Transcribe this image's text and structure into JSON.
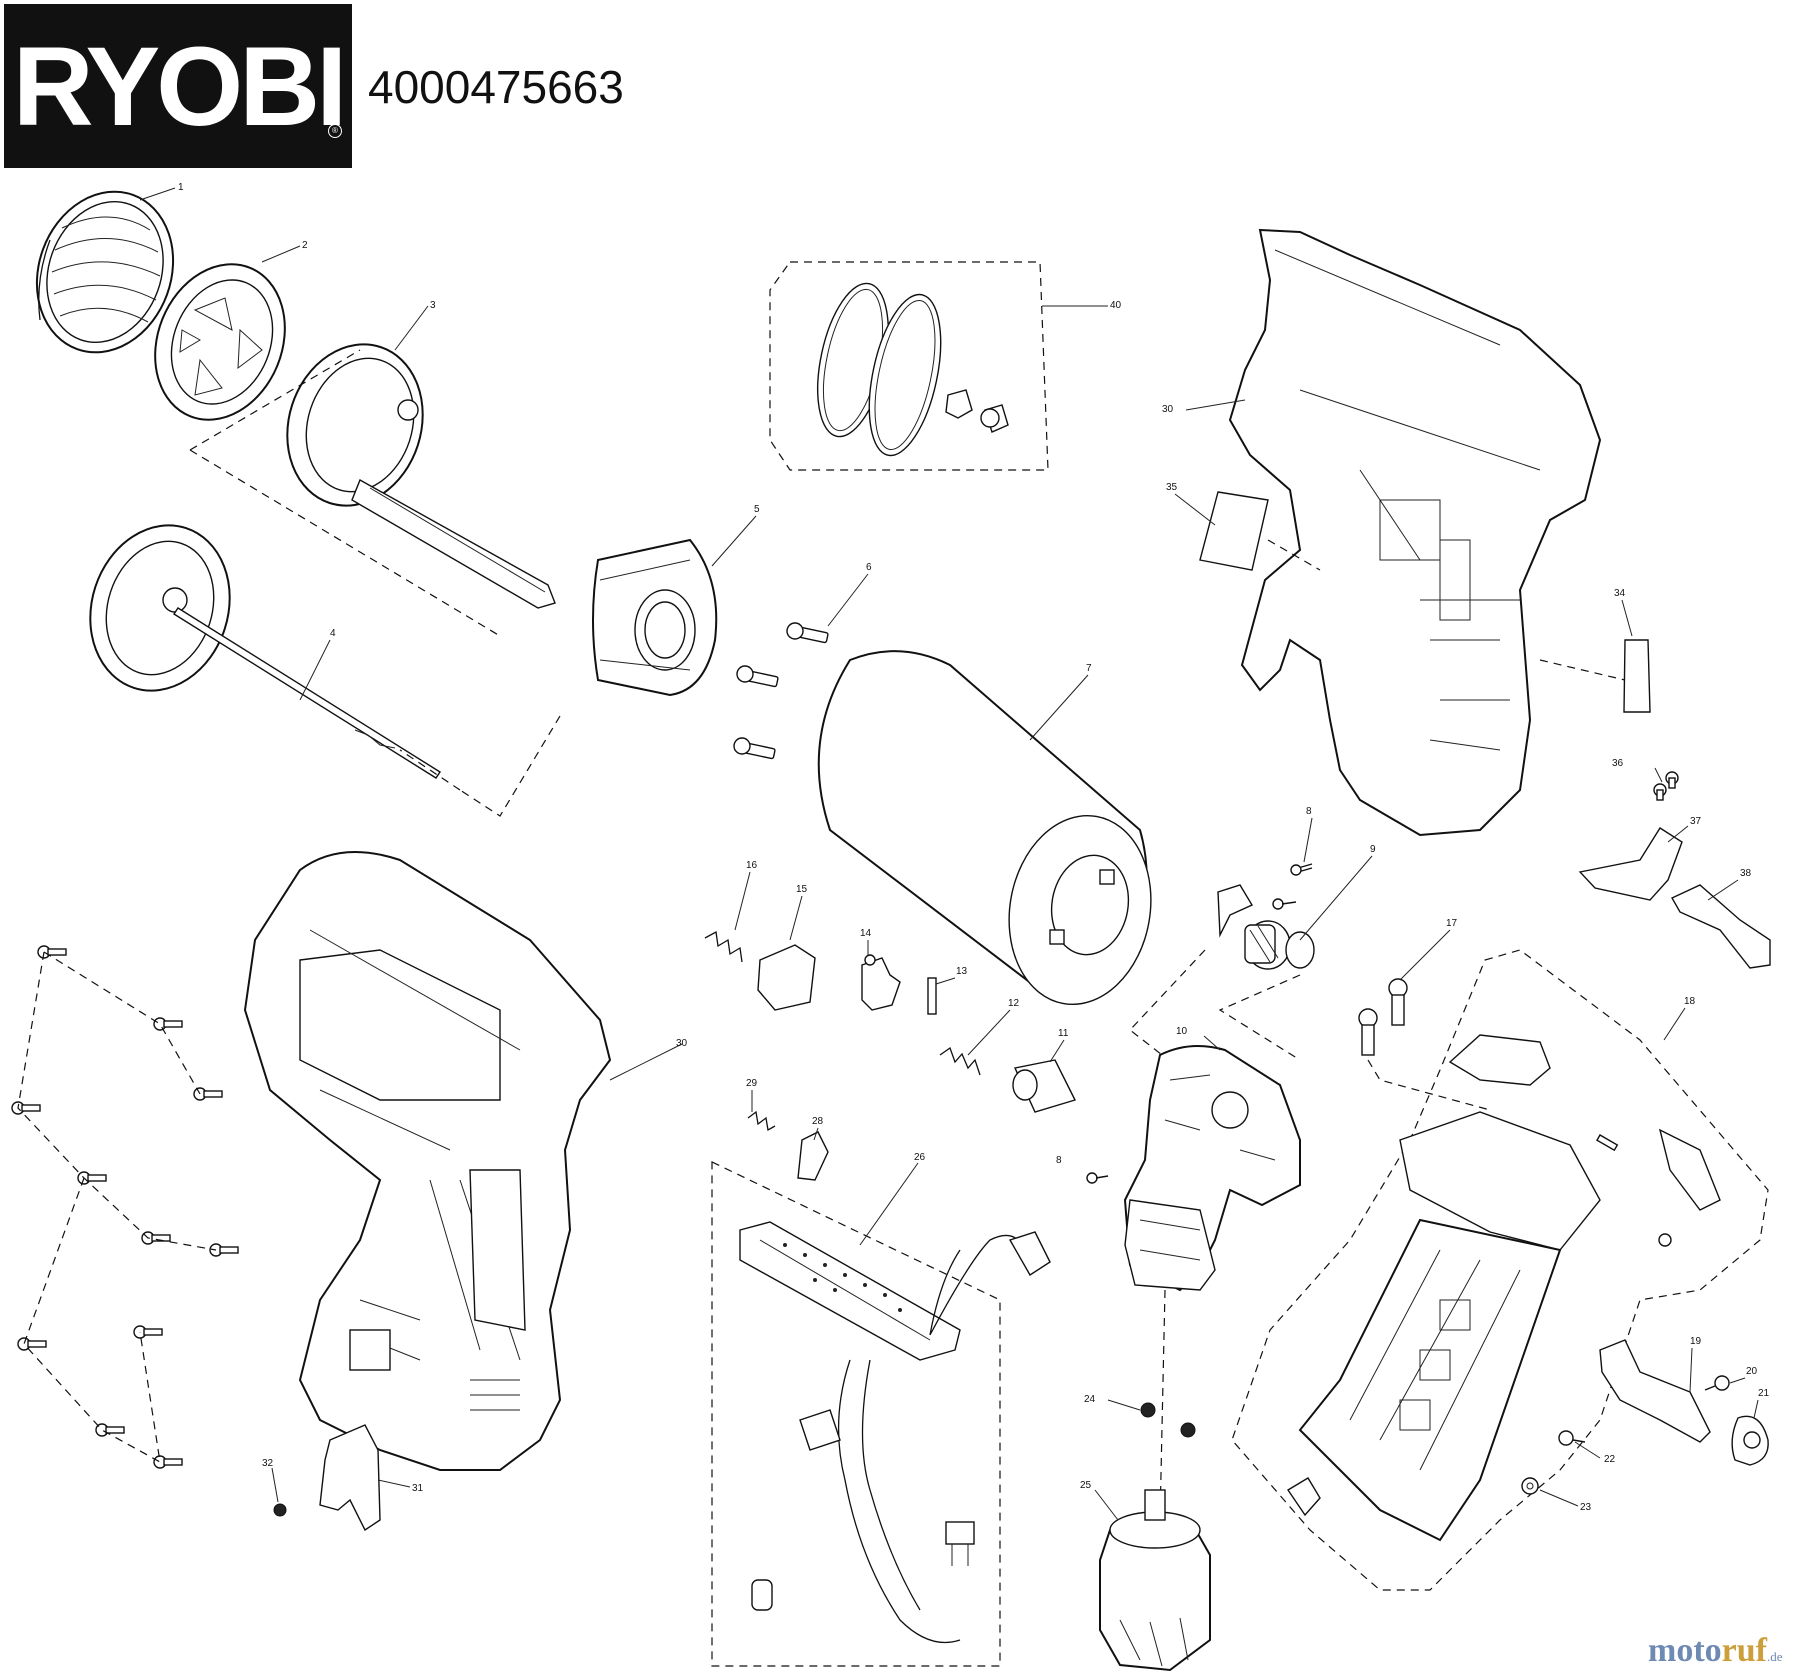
{
  "header": {
    "brand": "RYOBI",
    "model_number": "4000475663"
  },
  "watermark": {
    "part_a": "moto",
    "part_b": "ruf",
    "part_c": ".de"
  },
  "callouts": [
    {
      "id": "c1",
      "label": "1"
    },
    {
      "id": "c2",
      "label": "2"
    },
    {
      "id": "c3",
      "label": "3"
    },
    {
      "id": "c4",
      "label": "4"
    },
    {
      "id": "c5",
      "label": "5"
    },
    {
      "id": "c6",
      "label": "6"
    },
    {
      "id": "c7",
      "label": "7"
    },
    {
      "id": "c8a",
      "label": "8"
    },
    {
      "id": "c8b",
      "label": "8"
    },
    {
      "id": "c9",
      "label": "9"
    },
    {
      "id": "c10",
      "label": "10"
    },
    {
      "id": "c11",
      "label": "11"
    },
    {
      "id": "c12",
      "label": "12"
    },
    {
      "id": "c13",
      "label": "13"
    },
    {
      "id": "c14",
      "label": "14"
    },
    {
      "id": "c15",
      "label": "15"
    },
    {
      "id": "c16",
      "label": "16"
    },
    {
      "id": "c17",
      "label": "17"
    },
    {
      "id": "c18",
      "label": "18"
    },
    {
      "id": "c19",
      "label": "19"
    },
    {
      "id": "c20",
      "label": "20"
    },
    {
      "id": "c21",
      "label": "21"
    },
    {
      "id": "c22",
      "label": "22"
    },
    {
      "id": "c23",
      "label": "23"
    },
    {
      "id": "c24",
      "label": "24"
    },
    {
      "id": "c25",
      "label": "25"
    },
    {
      "id": "c26",
      "label": "26"
    },
    {
      "id": "c28",
      "label": "28"
    },
    {
      "id": "c29",
      "label": "29"
    },
    {
      "id": "c30a",
      "label": "30"
    },
    {
      "id": "c30b",
      "label": "30"
    },
    {
      "id": "c31",
      "label": "31"
    },
    {
      "id": "c32",
      "label": "32"
    },
    {
      "id": "c34",
      "label": "34"
    },
    {
      "id": "c35",
      "label": "35"
    },
    {
      "id": "c36",
      "label": "36"
    },
    {
      "id": "c37",
      "label": "37"
    },
    {
      "id": "c38",
      "label": "38"
    },
    {
      "id": "c40",
      "label": "40"
    }
  ]
}
